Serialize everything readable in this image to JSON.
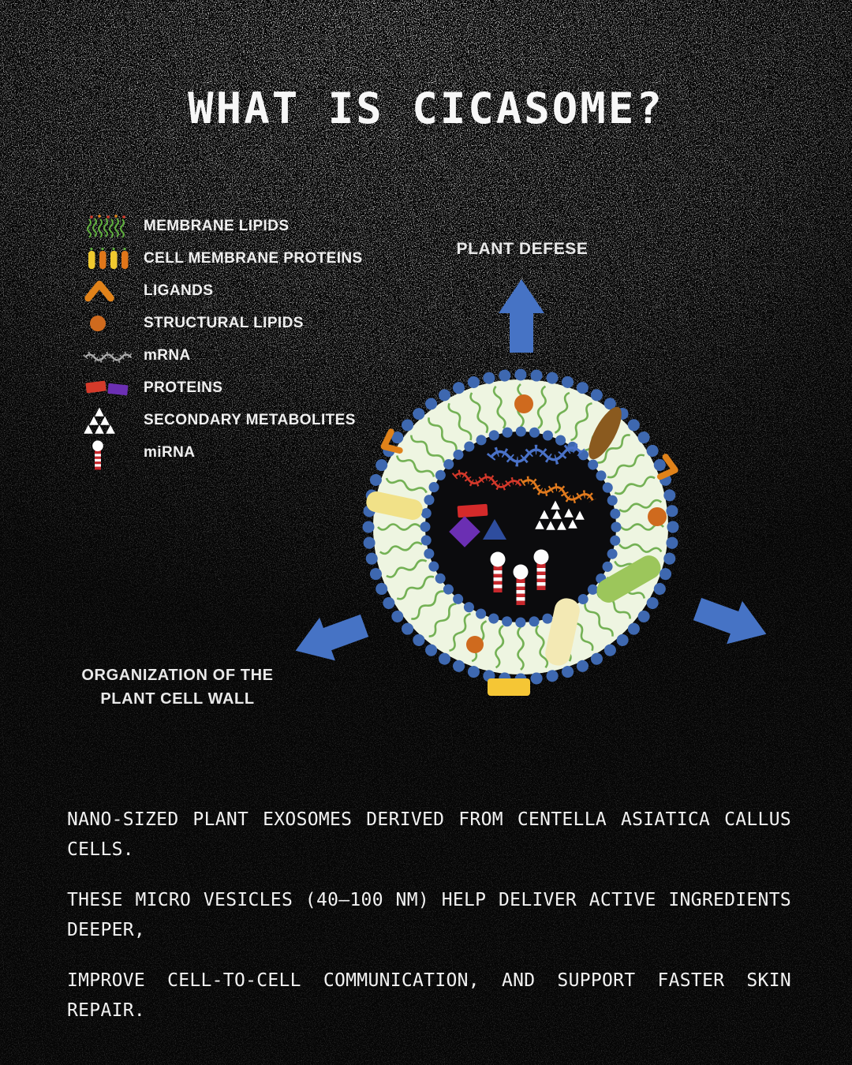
{
  "title": "WHAT IS CICASOME?",
  "legend": {
    "items": [
      {
        "icon": "membrane-lipids-icon",
        "label": "MEMBRANE LIPIDS"
      },
      {
        "icon": "cell-membrane-proteins-icon",
        "label": "CELL MEMBRANE PROTEINS"
      },
      {
        "icon": "ligands-icon",
        "label": "LIGANDS"
      },
      {
        "icon": "structural-lipids-icon",
        "label": "STRUCTURAL LIPIDS"
      },
      {
        "icon": "mrna-icon",
        "label": "mRNA"
      },
      {
        "icon": "proteins-icon",
        "label": "PROTEINS"
      },
      {
        "icon": "secondary-metabolites-icon",
        "label": "SECONDARY METABOLITES"
      },
      {
        "icon": "mirna-icon",
        "label": "miRNA"
      }
    ]
  },
  "diagram": {
    "arrow_labels": {
      "top": "PLANT DEFESE",
      "left_line1": "ORGANIZATION OF THE",
      "left_line2": "PLANT CELL WALL"
    }
  },
  "body": {
    "paragraphs": [
      "NANO-SIZED PLANT EXOSOMES DERIVED FROM CENTELLA ASIATICA CALLUS CELLS.",
      "THESE MICRO VESICLES (40–100 NM) HELP DELIVER ACTIVE INGREDIENTS DEEPER,",
      "IMPROVE CELL-TO-CELL COMMUNICATION, AND SUPPORT FASTER SKIN REPAIR."
    ]
  },
  "colors": {
    "arrow_blue": "#4673c5",
    "membrane_dot_blue": "#3e68b0",
    "squiggle_green": "#74b155",
    "annulus_cream": "#eef5e1",
    "orange": "#cf6a1e",
    "ligand_orange": "#e0821a",
    "yellow": "#f5c635",
    "pale_yellow": "#f3e9b4",
    "leaf_green": "#9cc65b",
    "red": "#d43a2a",
    "purple": "#6b2fb3",
    "brown": "#8a5a1f",
    "white": "#ffffff",
    "background": "#060606"
  }
}
